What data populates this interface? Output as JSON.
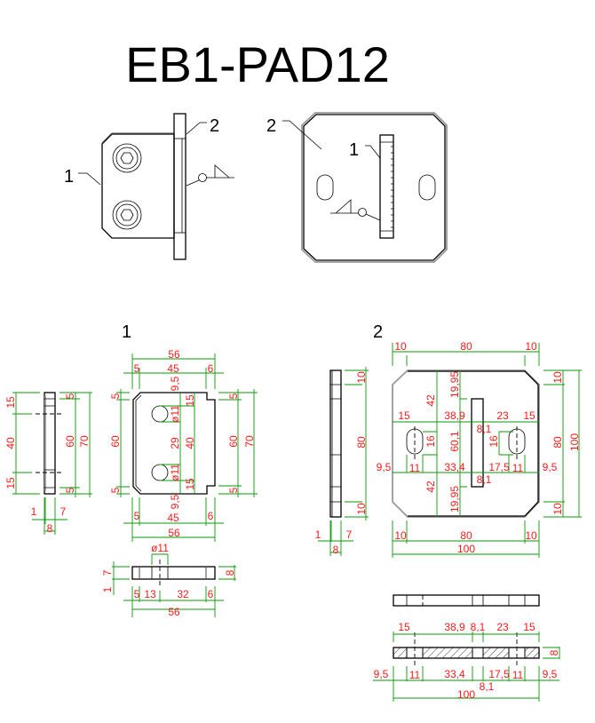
{
  "title": "EB1-PAD12",
  "assembly": {
    "callout_1": "1",
    "callout_2": "2"
  },
  "plate_view": {
    "callout_1": "1",
    "callout_2": "2"
  },
  "views": {
    "part1_label": "1",
    "part2_label": "2"
  },
  "dims1": {
    "front": [
      "56",
      "5",
      "45",
      "6",
      "9,5",
      "5",
      "60",
      "5",
      "15",
      "ø11",
      "29",
      "40",
      "ø11",
      "15",
      "9,5",
      "5",
      "60",
      "5",
      "70",
      "5",
      "45",
      "6",
      "56"
    ],
    "side": [
      "15",
      "40",
      "15",
      "5",
      "60",
      "70",
      "5",
      "1",
      "7",
      "8"
    ],
    "bottom": [
      "ø11",
      "7",
      "1",
      "8",
      "5",
      "13",
      "32",
      "6",
      "56"
    ]
  },
  "dims2": {
    "front": [
      "10",
      "80",
      "10",
      "10",
      "80",
      "10",
      "100",
      "10",
      "80",
      "10",
      "100",
      "19,95",
      "42",
      "15",
      "38,9",
      "23",
      "15",
      "8,1",
      "16",
      "60,1",
      "16",
      "9,5",
      "11",
      "33,4",
      "17,5",
      "11",
      "9,5",
      "8,1",
      "42",
      "19,95"
    ],
    "side": [
      "10",
      "80",
      "10",
      "1",
      "7",
      "8"
    ],
    "section": [
      "15",
      "38,9",
      "8,1",
      "23",
      "15",
      "8",
      "9,5",
      "11",
      "33,4",
      "17,5",
      "11",
      "9,5",
      "8,1",
      "100"
    ]
  }
}
